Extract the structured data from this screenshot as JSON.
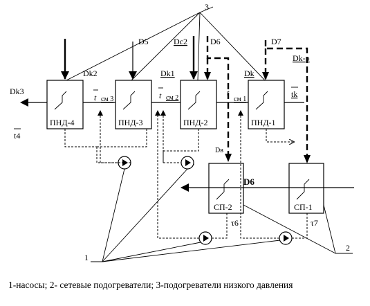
{
  "heaters": {
    "pnd4": "ПНД-4",
    "pnd3": "ПНД-3",
    "pnd2": "ПНД-2",
    "pnd1": "ПНД-1",
    "sp2": "СП-2",
    "sp1": "СП-1"
  },
  "labels": {
    "callout_3": "3",
    "callout_1": "1",
    "callout_2": "2",
    "d5": "D5",
    "dc2": "Dc2",
    "d6": "D6",
    "d7": "D7",
    "dk2": "Dk2",
    "dk1": "Dk1",
    "dk": "Dk",
    "dkp": "Dk-p",
    "dk3": "Dk3",
    "t4": "t4",
    "tsm3": "t",
    "tsm3_sub": "cм 3",
    "tsm2": "t",
    "tsm2_sub": "cм 2",
    "tsm1": "t",
    "tsm1_sub": "cм 1",
    "tk": "tk",
    "db": "Dв",
    "d6_bold": "D6",
    "tau6": "τ6",
    "tau7": "τ7"
  },
  "caption": "1-насосы; 2- сетевые подогреватели; 3-подогреватели низкого давления"
}
